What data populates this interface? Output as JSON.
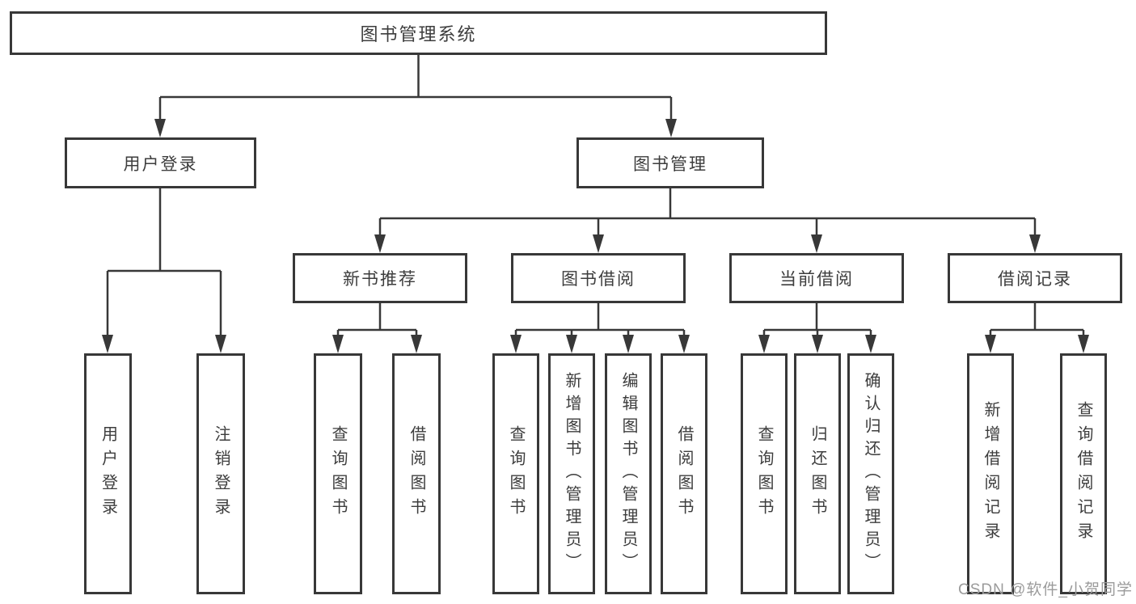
{
  "title": "图书管理系统",
  "watermark": "CSDN @软件_小贺同学",
  "colors": {
    "line": "#383838",
    "text": "#3d3d3d",
    "background": "#ffffff",
    "watermark": "#9b9b9b"
  },
  "nodes": {
    "root": {
      "label": "图书管理系统"
    },
    "user_login": {
      "label": "用户登录"
    },
    "book_mgmt": {
      "label": "图书管理"
    },
    "new_book_rec": {
      "label": "新书推荐"
    },
    "book_borrow": {
      "label": "图书借阅"
    },
    "current_borrow": {
      "label": "当前借阅"
    },
    "borrow_records": {
      "label": "借阅记录"
    },
    "leaf_user_login": {
      "label": "用户登录"
    },
    "leaf_logout": {
      "label": "注销登录"
    },
    "leaf_query_book_rec": {
      "label": "查询图书"
    },
    "leaf_borrow_book_rec": {
      "label": "借阅图书"
    },
    "leaf_query_book_borrow": {
      "label": "查询图书"
    },
    "leaf_add_book": {
      "label": "新增图书（管理员）"
    },
    "leaf_edit_book": {
      "label": "编辑图书（管理员）"
    },
    "leaf_borrow_book_borrow": {
      "label": "借阅图书"
    },
    "leaf_query_book_current": {
      "label": "查询图书"
    },
    "leaf_return_book": {
      "label": "归还图书"
    },
    "leaf_confirm_return": {
      "label": "确认归还（管理员）"
    },
    "leaf_add_record": {
      "label": "新增借阅记录"
    },
    "leaf_query_record": {
      "label": "查询借阅记录"
    }
  }
}
